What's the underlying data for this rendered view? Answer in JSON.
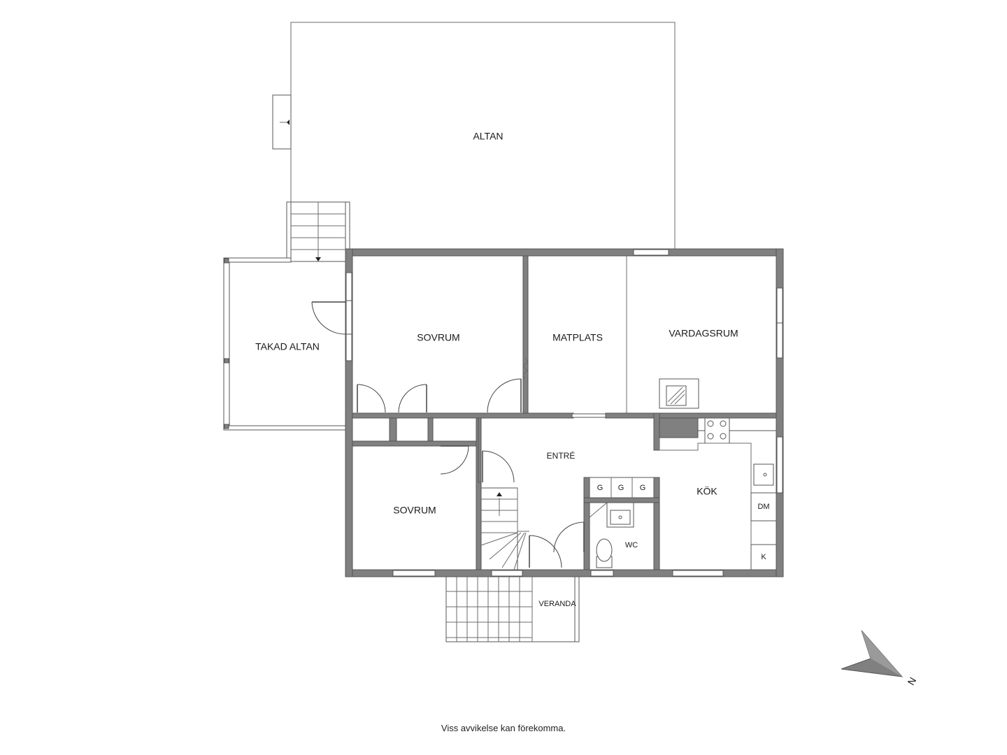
{
  "rooms": {
    "altan": "ALTAN",
    "takad_altan": "TAKAD ALTAN",
    "sovrum_1": "SOVRUM",
    "matplats": "MATPLATS",
    "vardagsrum": "VARDAGSRUM",
    "entre": "ENTRÉ",
    "sovrum_2": "SOVRUM",
    "kok": "KÖK",
    "wc": "WC",
    "veranda": "VERANDA"
  },
  "fixtures": {
    "g1": "G",
    "g2": "G",
    "g3": "G",
    "dishwasher": "DM",
    "fridge": "K"
  },
  "compass": {
    "north_label": "N"
  },
  "footer": {
    "disclaimer": "Viss avvikelse kan förekomma."
  },
  "colors": {
    "wall": "#808080",
    "line": "#6b6b6b",
    "text": "#1a1a1a"
  }
}
